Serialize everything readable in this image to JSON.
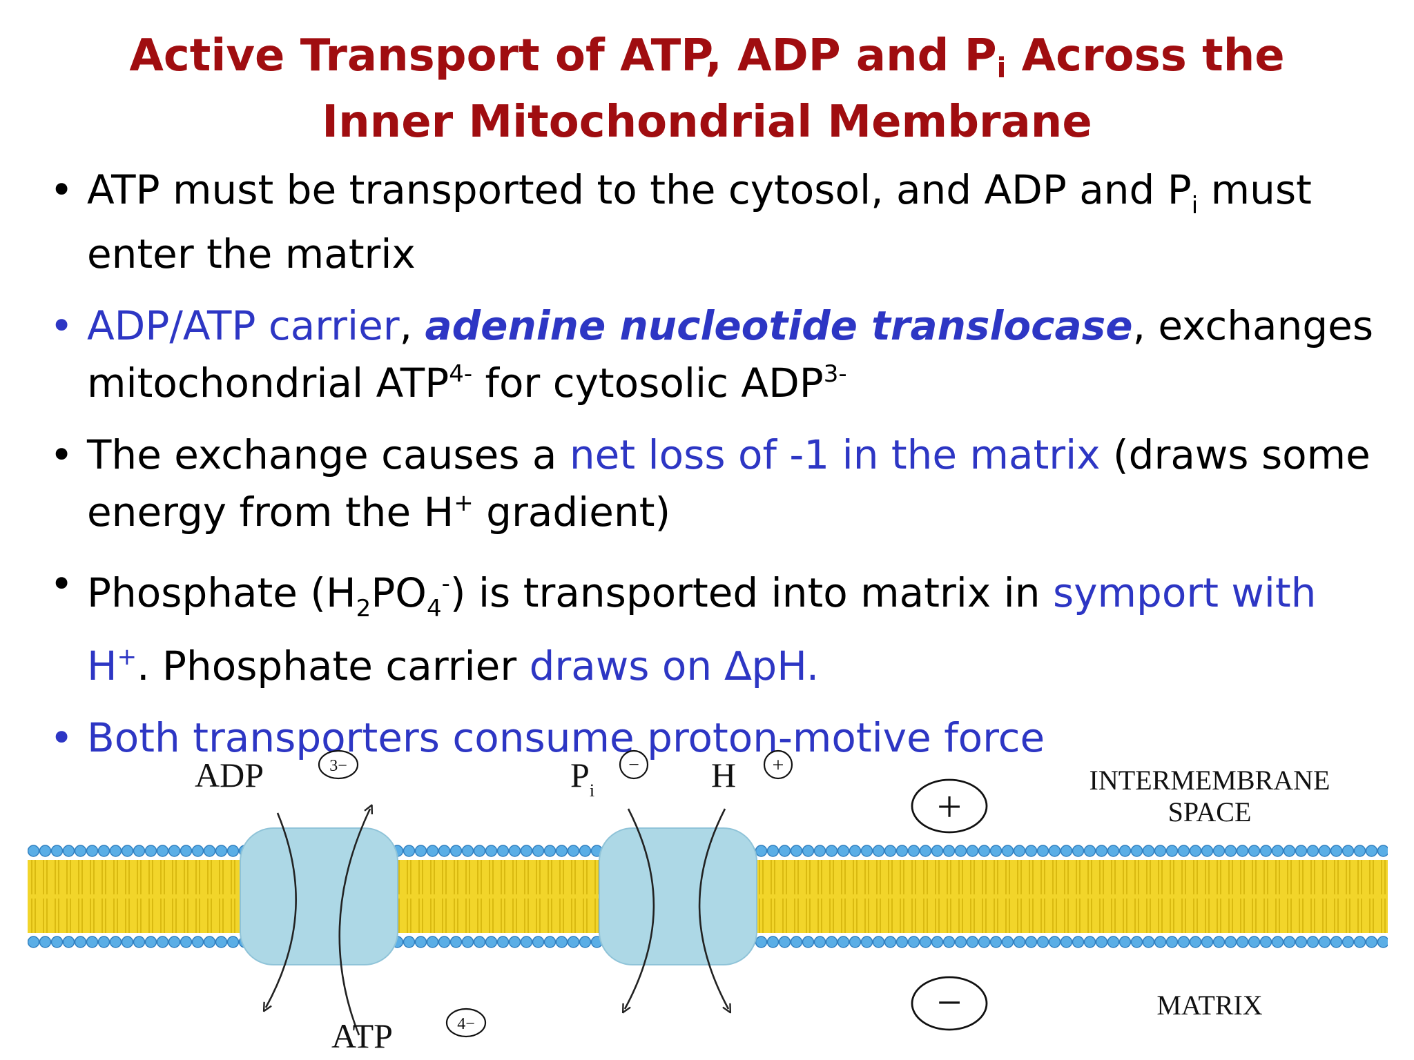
{
  "title": {
    "line1_pre": "Active Transport of ATP, ADP and P",
    "line1_sub": "i",
    "line1_post": " Across the",
    "line2": "Inner Mitochondrial Membrane"
  },
  "bullet_char": "•",
  "bullets": {
    "b1": {
      "t1": "ATP must be transported to the cytosol, and ADP and P",
      "sub": "i",
      "t2": " must",
      "t3": "enter the matrix"
    },
    "b2": {
      "blue": "ADP/ATP carrier",
      "comma": ", ",
      "bold": "adenine nucleotide translocase",
      "t1": ", exchanges",
      "t2": "mitochondrial ATP",
      "sup1": "4-",
      "t3": " for cytosolic ADP",
      "sup2": "3-"
    },
    "b3": {
      "t1": "The exchange causes a ",
      "blue": "net loss of -1 in the matrix",
      "t2": " (draws some",
      "t3": "energy from the H",
      "sup": "+",
      "t4": " gradient)"
    },
    "b4": {
      "t1": "Phosphate (H",
      "sub1": "2",
      "t2": "PO",
      "sub2": "4",
      "sup": "-",
      "t3": ") is transported into matrix in ",
      "blue1": "symport with",
      "blue2": "H",
      "blue2_sup": "+",
      "t4": ". Phosphate carrier ",
      "blue3": "draws on ∆pH."
    },
    "b5": {
      "blue": "Both transporters consume proton-motive force"
    }
  },
  "diagram": {
    "adp": "ADP",
    "adp_charge": "3−",
    "atp": "ATP",
    "atp_charge": "4−",
    "pi": "P",
    "pi_sub": "i",
    "h": "H",
    "plus": "+",
    "minus": "−",
    "intermembrane_line1": "INTERMEMBRANE",
    "intermembrane_line2": "SPACE",
    "matrix": "MATRIX"
  },
  "colors": {
    "title": "#a00d10",
    "accent_blue": "#2d36c4",
    "lipid_head": "#5aaee6",
    "lipid_tail": "#f2d52a",
    "transporter": "#add8e6"
  }
}
